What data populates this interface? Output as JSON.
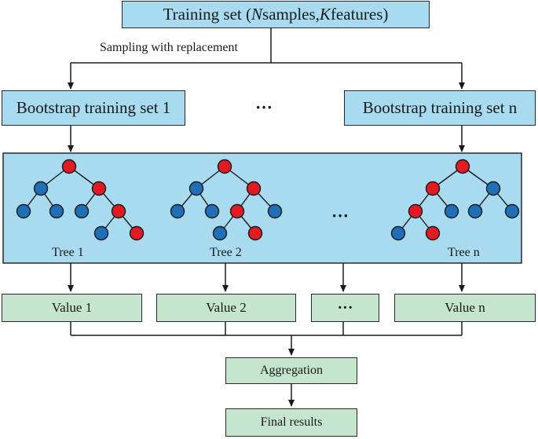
{
  "top_box": {
    "prefix": "Training set (",
    "n": "N",
    "mid": " samples, ",
    "k": "K",
    "suffix": " features)"
  },
  "sampling_label": "Sampling with replacement",
  "bootstrap": {
    "first": "Bootstrap training set 1",
    "ellipsis": "···",
    "last": "Bootstrap training set n"
  },
  "trees": {
    "t1": "Tree 1",
    "t2": "Tree 2",
    "ellipsis": "···",
    "tn": "Tree n"
  },
  "values": {
    "v1": "Value 1",
    "v2": "Value 2",
    "ellipsis": "···",
    "vn": "Value n"
  },
  "aggregation": "Aggregation",
  "final": "Final results",
  "colors": {
    "blue_box": "#a8daf0",
    "green_box": "#c5e5cf",
    "node_red": "#e01b24",
    "node_blue": "#1f6fb6"
  }
}
